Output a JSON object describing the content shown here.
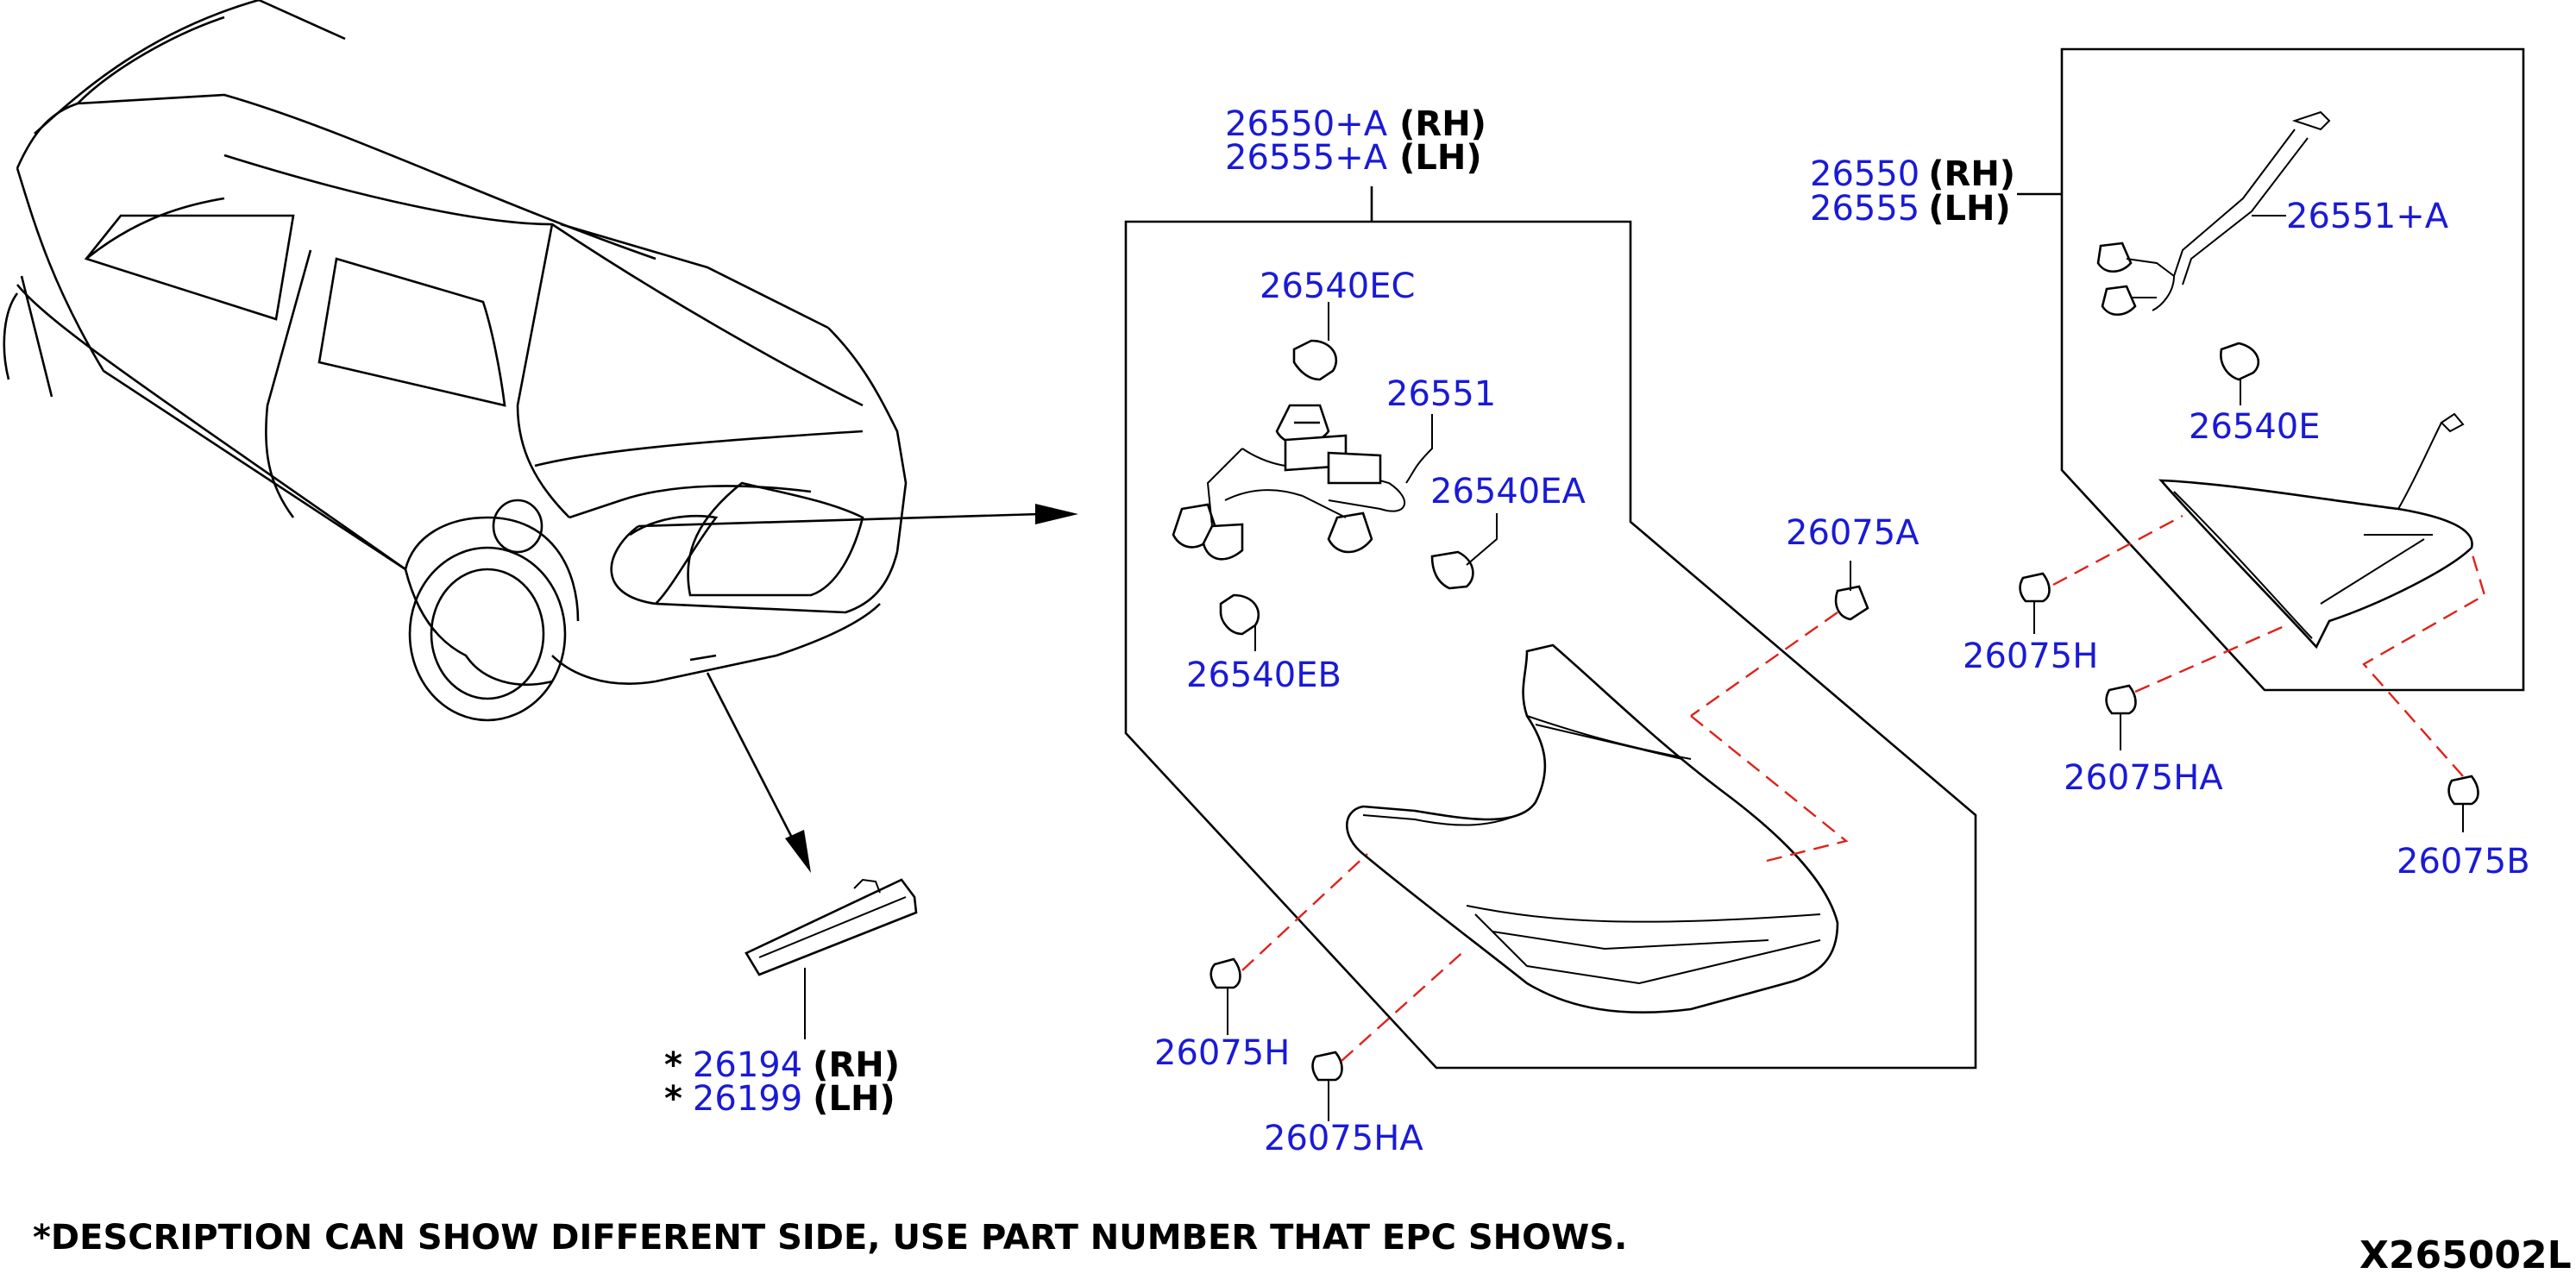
{
  "callouts": {
    "tail_lamp_outer": {
      "rh_part": "26550+A",
      "rh_side": "(RH)",
      "lh_part": "26555+A",
      "lh_side": "(LH)"
    },
    "tail_lamp_inner": {
      "rh_part": "26550",
      "rh_side": "(RH)",
      "lh_part": "26555",
      "lh_side": "(LH)"
    },
    "side_marker": {
      "rh_prefix": "*",
      "rh_part": "26194",
      "rh_side": "(RH)",
      "lh_prefix": "*",
      "lh_part": "26199",
      "lh_side": "(LH)"
    },
    "bulb_ec": "26540EC",
    "harness": "26551",
    "bulb_ea": "26540EA",
    "bulb_eb": "26540EB",
    "clip_a": "26075A",
    "clip_h_main": "26075H",
    "clip_ha_main": "26075HA",
    "harness_inner": "26551+A",
    "bulb_e": "26540E",
    "clip_h_inner": "26075H",
    "clip_ha_inner": "26075HA",
    "clip_b": "26075B"
  },
  "footer": {
    "note": "*DESCRIPTION CAN SHOW DIFFERENT SIDE, USE PART NUMBER THAT EPC SHOWS.",
    "diagram_id": "X265002L"
  },
  "colors": {
    "part_number": "#1a1ad6",
    "leader_dashed": "#e0211a",
    "line": "#000000"
  }
}
